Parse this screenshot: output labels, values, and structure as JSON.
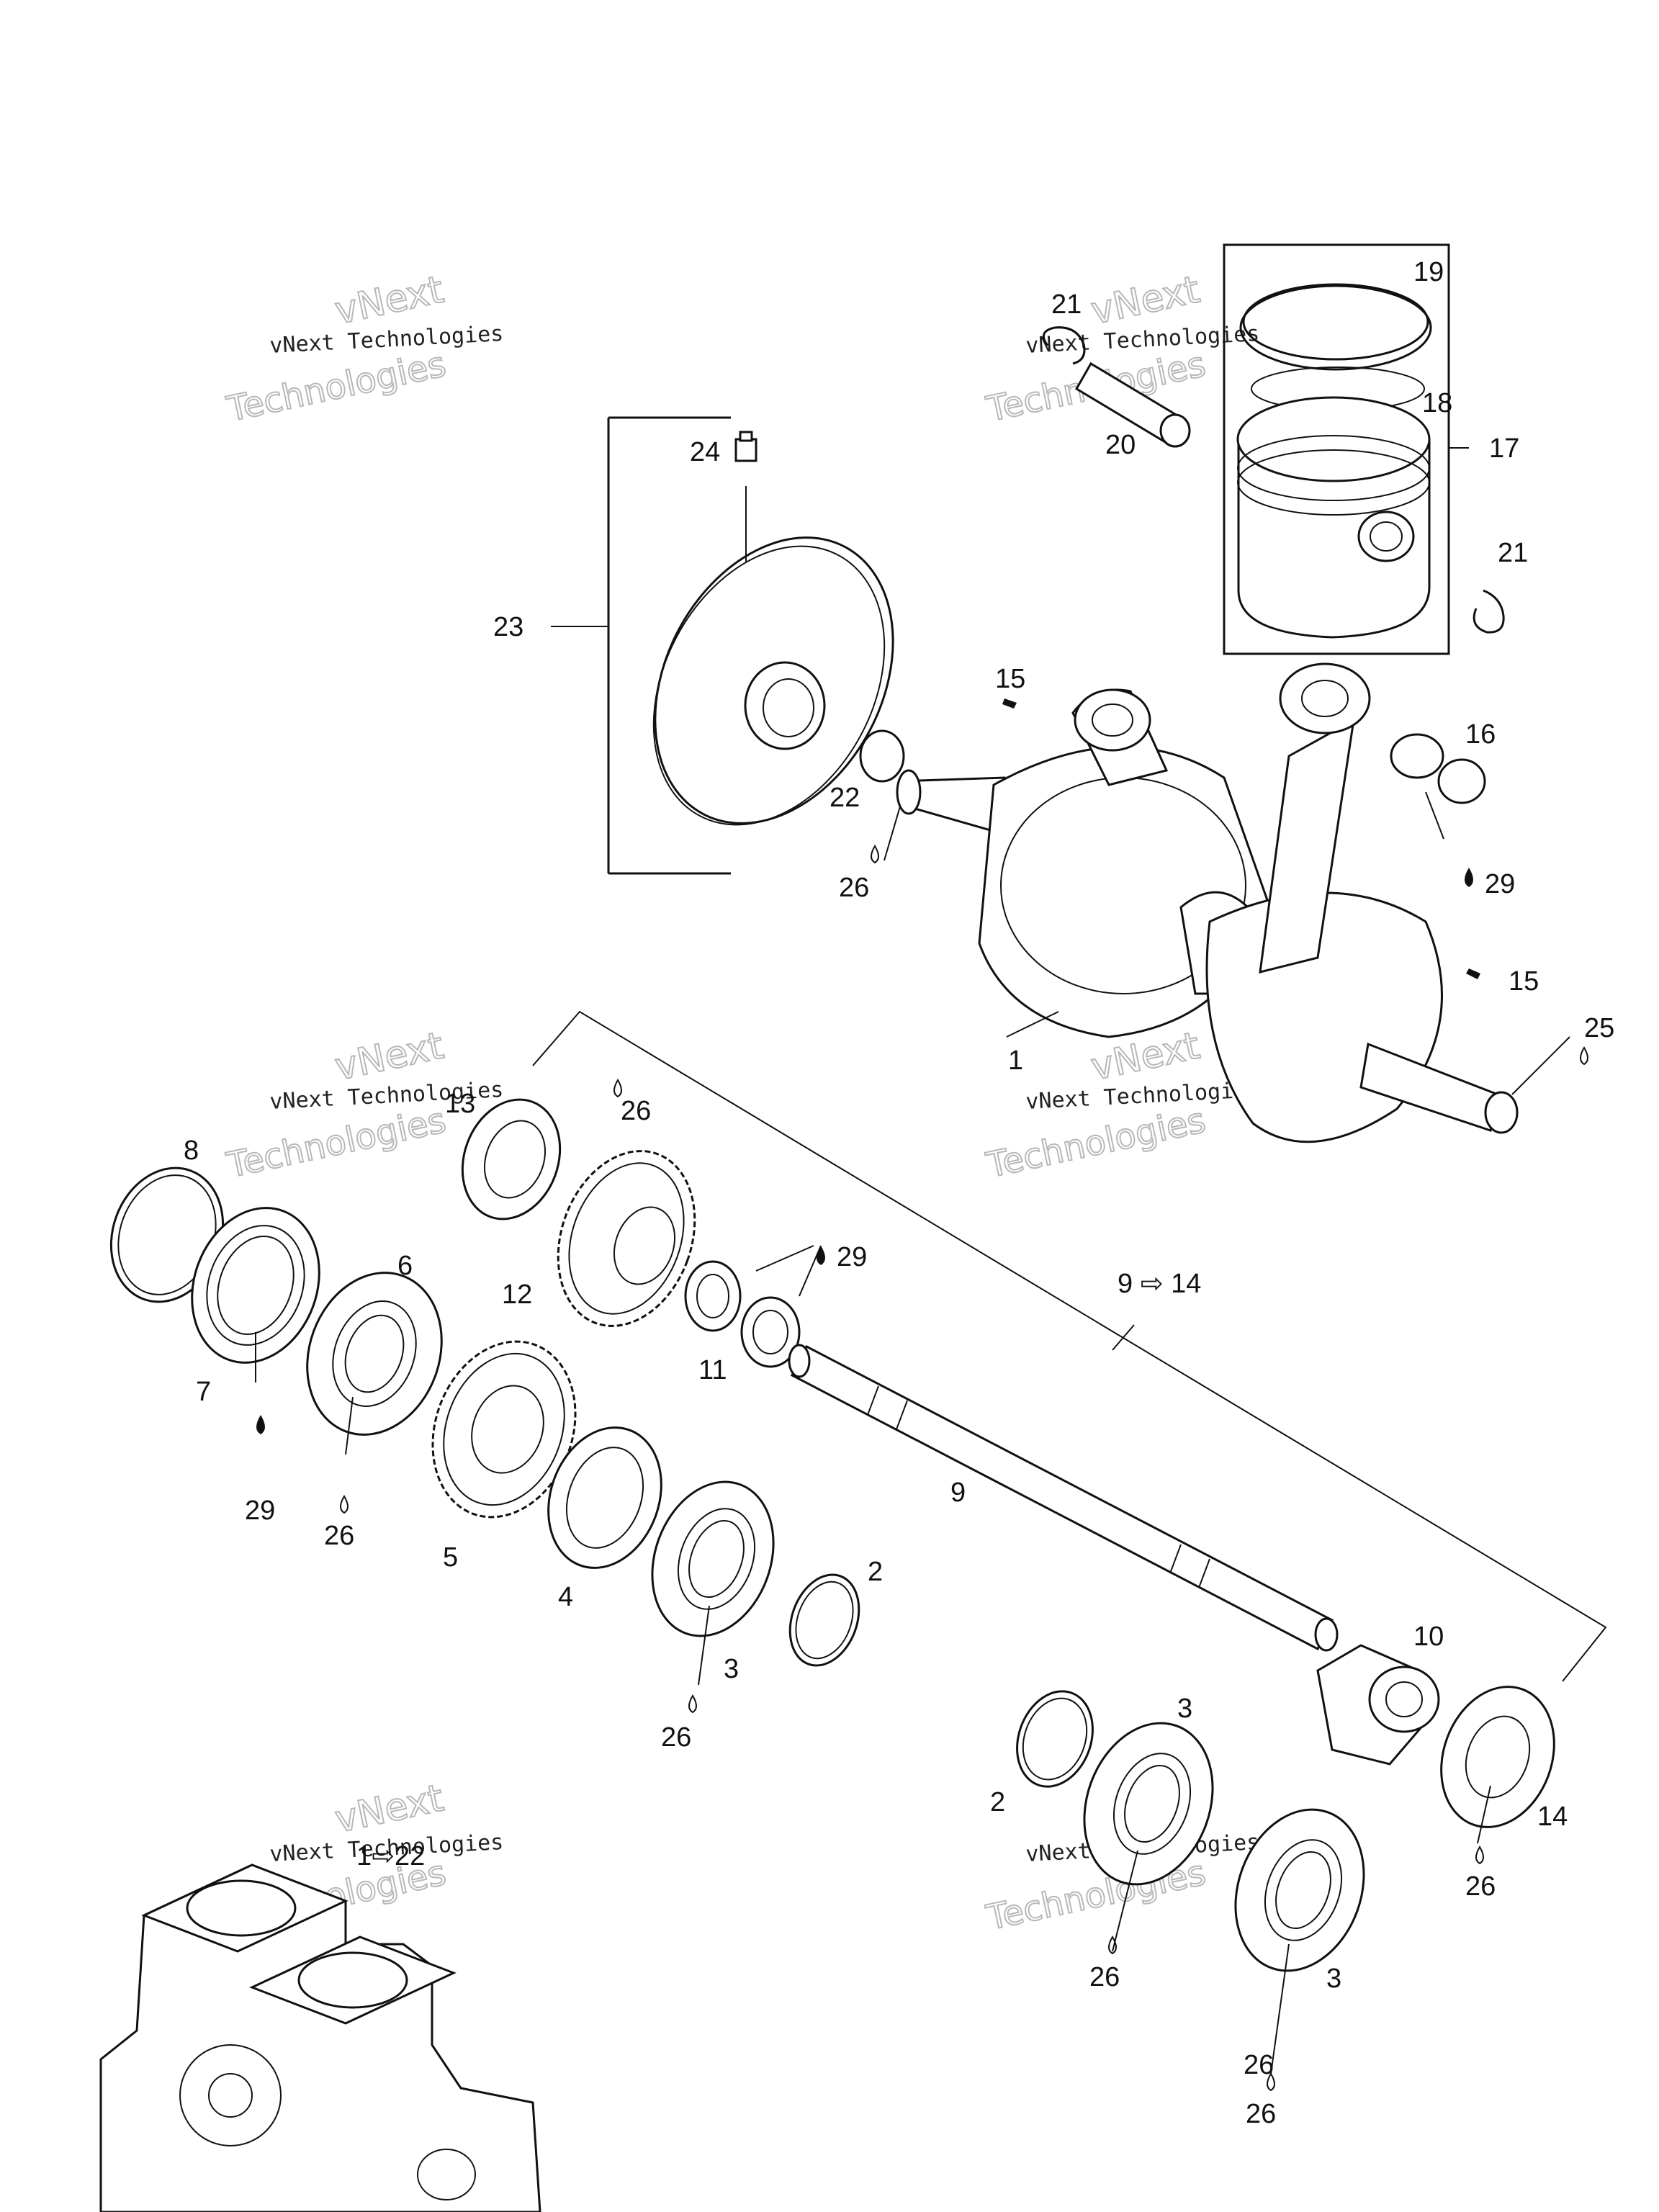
{
  "callouts": {
    "c1": "1",
    "c2a": "2",
    "c2b": "2",
    "c3a": "3",
    "c3b": "3",
    "c3c": "3",
    "c4": "4",
    "c5": "5",
    "c6": "6",
    "c7": "7",
    "c8": "8",
    "c9": "9",
    "c9to14": "9 ⇨ 14",
    "c10": "10",
    "c11": "11",
    "c12": "12",
    "c13": "13",
    "c14": "14",
    "c15a": "15",
    "c15b": "15",
    "c16": "16",
    "c17": "17",
    "c18": "18",
    "c19": "19",
    "c20": "20",
    "c21a": "21",
    "c21b": "21",
    "c22": "22",
    "c23": "23",
    "c24": "24",
    "c25": "25",
    "c26a": "26",
    "c26b": "26",
    "c26c": "26",
    "c26d": "26",
    "c26e": "26",
    "c26f": "26",
    "c26g": "26",
    "c26h": "26",
    "c29a": "29",
    "c29b": "29",
    "c29c": "29",
    "c1to22": "1⇨22"
  },
  "watermark": {
    "line1": "vNext",
    "line2": "vNext Technologies",
    "line3": "Technologies"
  }
}
